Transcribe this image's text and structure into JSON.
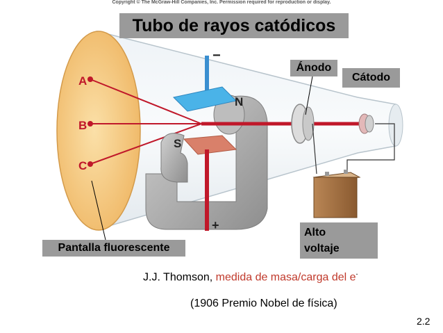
{
  "copyright": "Copyright © The McGraw-Hill Companies, Inc. Permission required for reproduction or display.",
  "title": "Tubo de rayos catódicos",
  "labels": {
    "anodo": "Ánodo",
    "catodo": "Cátodo",
    "pantalla": "Pantalla fluorescente",
    "alto": "Alto",
    "voltaje": "voltaje",
    "point_a": "A",
    "point_b": "B",
    "point_c": "C",
    "north": "N",
    "south": "S",
    "minus": "−",
    "plus": "+"
  },
  "caption": {
    "author": "J.J. Thomson, ",
    "subject": "medida de masa/carga del e",
    "superscript": "-",
    "prize": "(1906 Premio Nobel de física)"
  },
  "slide_number": "2.2",
  "colors": {
    "beam": "#c0182a",
    "screen": "#f5c77a",
    "magnet": "#a8a8a8",
    "upper_plate": "#4ab3e8",
    "lower_plate": "#d9806a",
    "tag_bg": "#9a9a9a"
  }
}
